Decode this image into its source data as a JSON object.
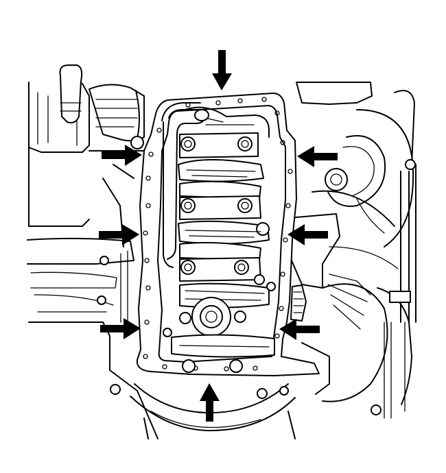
{
  "illustration": {
    "subject": "engine-underside-oil-pan-gasket",
    "ink_color": "#000000",
    "background_color": "#ffffff"
  },
  "callout_arrows": [
    {
      "name": "arrow-top",
      "direction": "down"
    },
    {
      "name": "arrow-left-upper",
      "direction": "right"
    },
    {
      "name": "arrow-left-middle",
      "direction": "right"
    },
    {
      "name": "arrow-left-lower",
      "direction": "right"
    },
    {
      "name": "arrow-right-upper",
      "direction": "left"
    },
    {
      "name": "arrow-right-middle",
      "direction": "left"
    },
    {
      "name": "arrow-right-lower",
      "direction": "left"
    },
    {
      "name": "arrow-bottom",
      "direction": "up"
    }
  ]
}
